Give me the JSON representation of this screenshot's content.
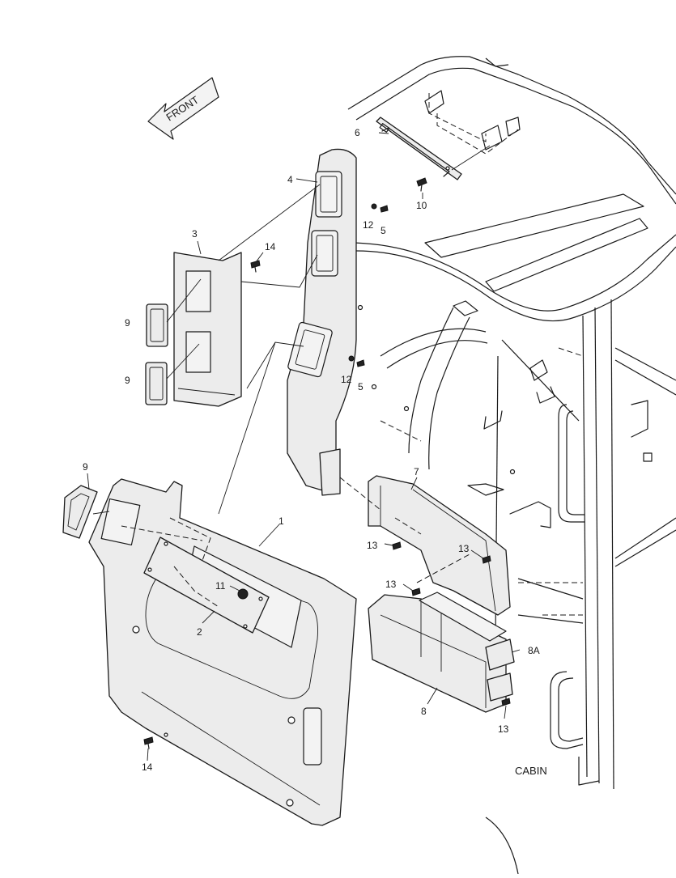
{
  "diagram": {
    "direction_label": "FRONT",
    "assembly_label": "CABIN",
    "callouts": [
      {
        "id": "c1",
        "text": "1"
      },
      {
        "id": "c2",
        "text": "2"
      },
      {
        "id": "c3",
        "text": "3"
      },
      {
        "id": "c4",
        "text": "4"
      },
      {
        "id": "c5a",
        "text": "5"
      },
      {
        "id": "c5b",
        "text": "5"
      },
      {
        "id": "c6",
        "text": "6"
      },
      {
        "id": "c7",
        "text": "7"
      },
      {
        "id": "c8",
        "text": "8"
      },
      {
        "id": "c8a",
        "text": "8A"
      },
      {
        "id": "c9a",
        "text": "9"
      },
      {
        "id": "c9b",
        "text": "9"
      },
      {
        "id": "c9c",
        "text": "9"
      },
      {
        "id": "c10",
        "text": "10"
      },
      {
        "id": "c11",
        "text": "11"
      },
      {
        "id": "c12a",
        "text": "12"
      },
      {
        "id": "c12b",
        "text": "12"
      },
      {
        "id": "c13a",
        "text": "13"
      },
      {
        "id": "c13b",
        "text": "13"
      },
      {
        "id": "c13c",
        "text": "13"
      },
      {
        "id": "c13d",
        "text": "13"
      },
      {
        "id": "c14a",
        "text": "14"
      },
      {
        "id": "c14b",
        "text": "14"
      }
    ]
  }
}
